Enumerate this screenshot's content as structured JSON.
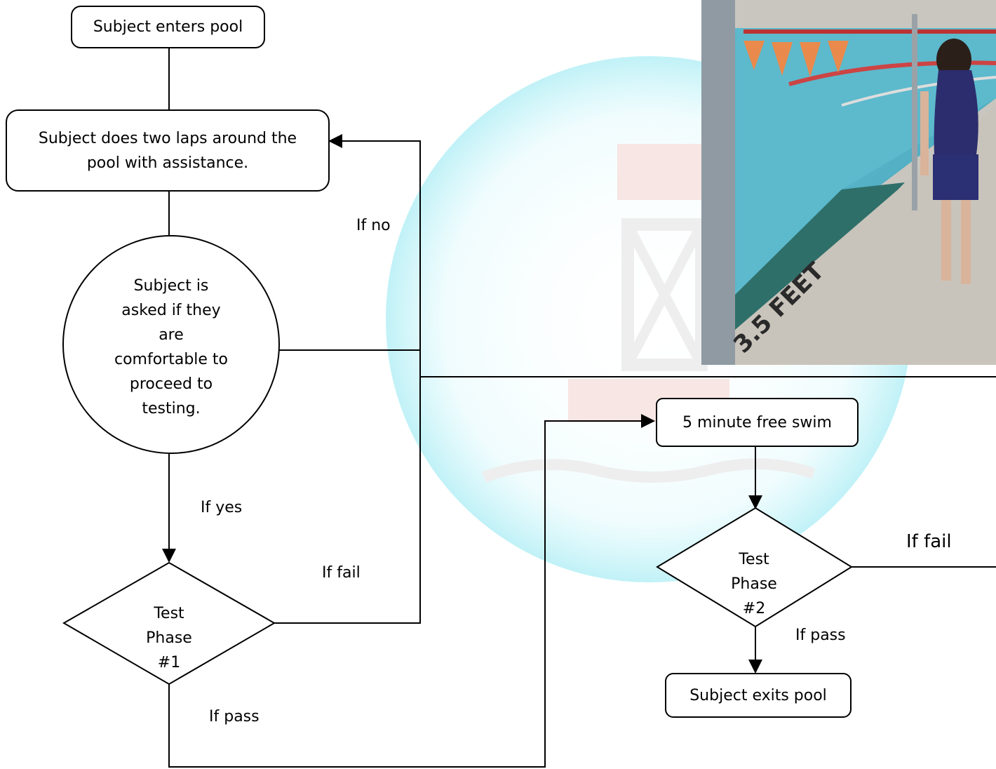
{
  "nodes": {
    "enter": "Subject enters pool",
    "laps": "Subject does two laps around the\npool with assistance.",
    "question": "Subject is\nasked if they\nare\ncomfortable to\nproceed to\ntesting.",
    "test1": "Test\nPhase\n#1",
    "free_swim": "5 minute free swim",
    "test2": "Test\nPhase\n#2",
    "exit": "Subject exits pool"
  },
  "edges": {
    "if_no": "If no",
    "if_yes": "If yes",
    "if_fail_1": "If fail",
    "if_pass_1": "If pass",
    "if_fail_2": "If fail",
    "if_pass_2": "If pass"
  },
  "photo": {
    "floor_marking": "3.5 FEET"
  }
}
